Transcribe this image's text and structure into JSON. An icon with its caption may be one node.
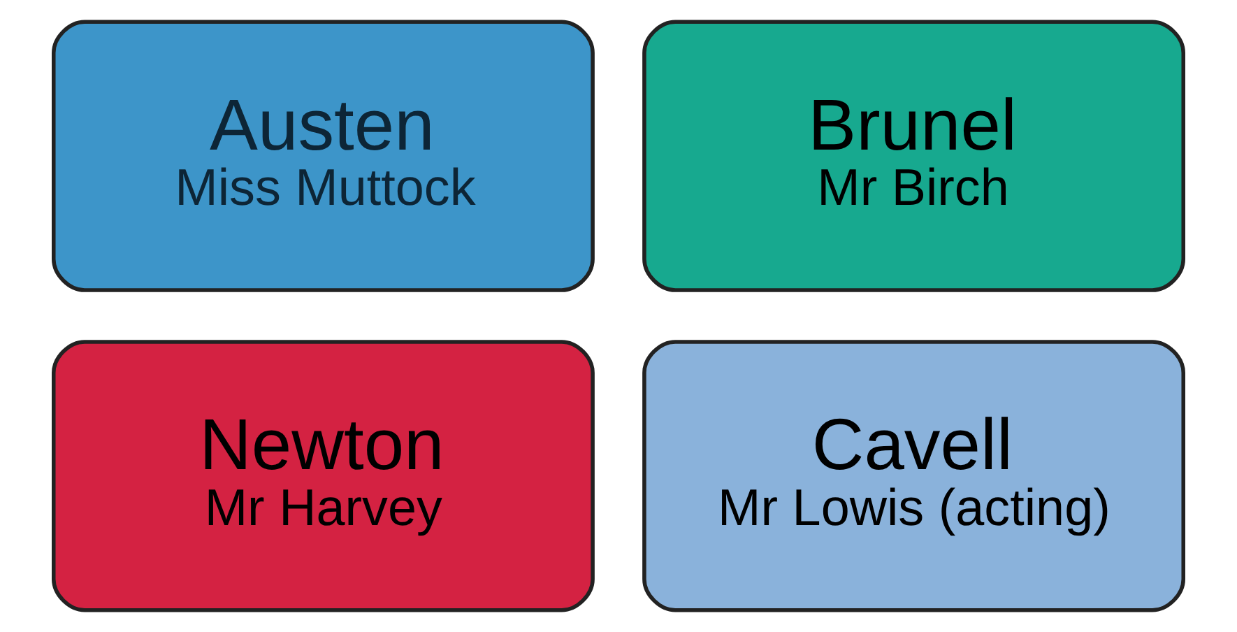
{
  "diagram": {
    "nodes": [
      {
        "text": [
          "Austen",
          "Miss Muttock"
        ]
      },
      {
        "text": [
          "Brunel",
          "Mr Birch"
        ]
      },
      {
        "text": [
          "Newton",
          "Mr Harvey"
        ]
      },
      {
        "text": [
          "Cavell",
          "Mr Lowis (acting)"
        ]
      }
    ]
  }
}
